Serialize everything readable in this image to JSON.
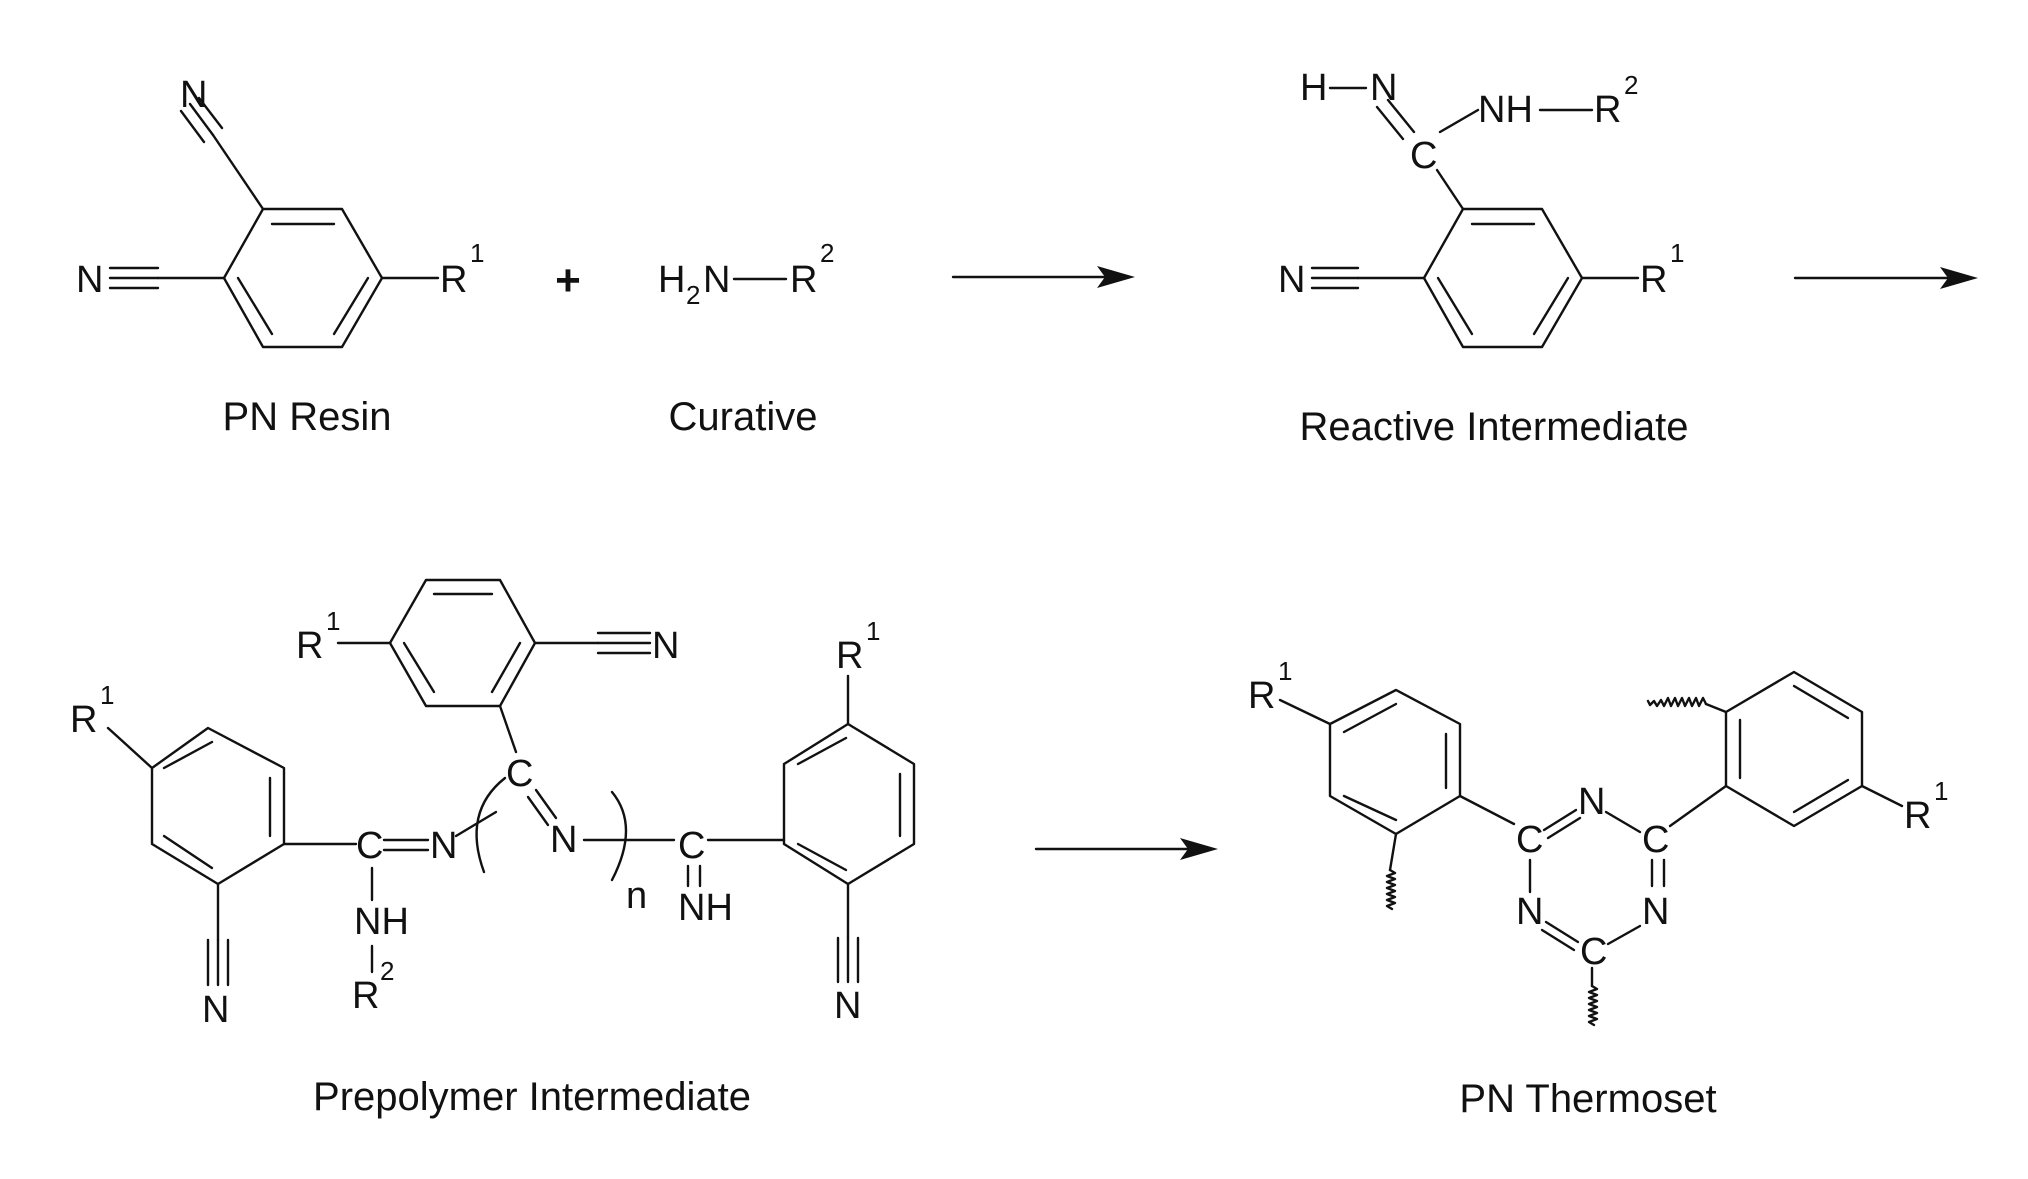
{
  "captions": {
    "pn_resin": "PN Resin",
    "curative": "Curative",
    "reactive_intermediate": "Reactive Intermediate",
    "prepolymer_intermediate": "Prepolymer Intermediate",
    "pn_thermoset": "PN Thermoset"
  },
  "atoms": {
    "N": "N",
    "C": "C",
    "R": "R",
    "H": "H",
    "NH": "NH",
    "H2N_H": "H",
    "H2N_sub": "2",
    "H2N_N": "N",
    "sup1": "1",
    "sup2": "2",
    "n": "n",
    "plus": "+"
  }
}
